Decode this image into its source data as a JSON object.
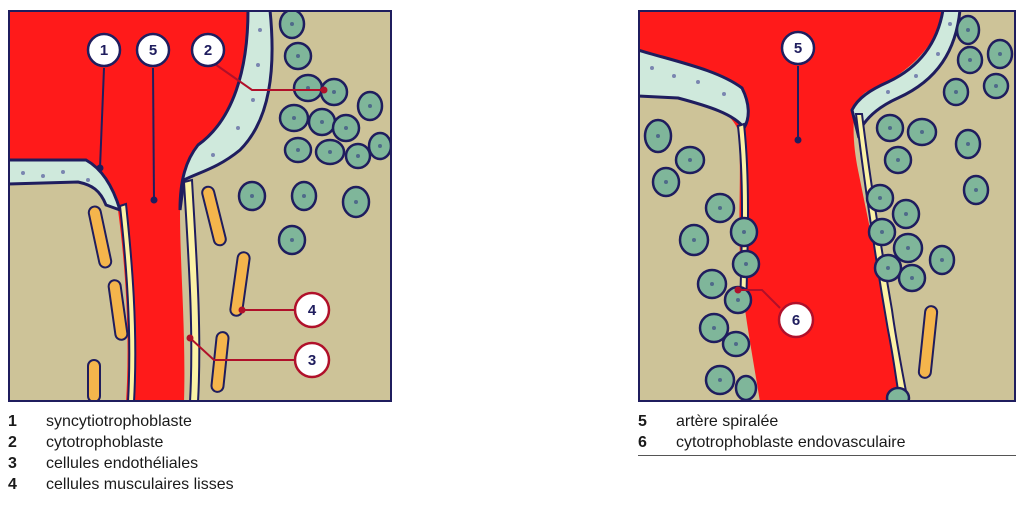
{
  "legend_left": [
    {
      "num": "1",
      "text": "syncytiotrophoblaste"
    },
    {
      "num": "2",
      "text": "cytotrophoblaste"
    },
    {
      "num": "3",
      "text": "cellules endothéliales"
    },
    {
      "num": "4",
      "text": "cellules musculaires lisses"
    }
  ],
  "legend_right": [
    {
      "num": "5",
      "text": "artère spiralée"
    },
    {
      "num": "6",
      "text": "cytotrophoblaste endovasculaire"
    }
  ],
  "callouts": {
    "c1": "1",
    "c2": "2",
    "c3": "3",
    "c4": "4",
    "c5_left": "5",
    "c5_right": "5",
    "c6": "6"
  },
  "colors": {
    "blood": "#ff1a1a",
    "tissue": "#cdc398",
    "syncytium": "#cfe9dc",
    "cytotrophoblast": "#7fb69a",
    "muscle": "#f4b54c",
    "endothelium": "#fbf2a6",
    "outline": "#1f1d5e",
    "label_line": "#b0102a"
  }
}
